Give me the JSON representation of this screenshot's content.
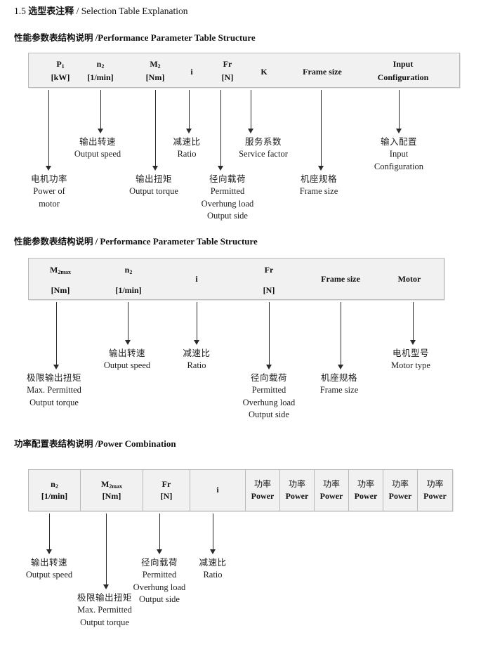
{
  "page": {
    "section_number": "1.5",
    "section_title_cn": "选型表注释",
    "section_separator": "/",
    "section_title_en": "Selection Table Explanation"
  },
  "sections": [
    {
      "id": "performance-parameter-1",
      "heading_cn": "性能参数表结构说明",
      "heading_sep": "/",
      "heading_en": "Performance Parameter Table Structure",
      "table": {
        "columns": [
          {
            "symbol": "P",
            "sub": "1",
            "unit": "[kW]"
          },
          {
            "symbol": "n",
            "sub": "2",
            "unit": "[1/min]"
          },
          {
            "symbol": "M",
            "sub": "2",
            "unit": "[Nm]"
          },
          {
            "symbol": "i",
            "sub": "",
            "unit": ""
          },
          {
            "symbol": "Fr",
            "sub": "",
            "unit": "[N]"
          },
          {
            "symbol": "K",
            "sub": "",
            "unit": ""
          },
          {
            "symbol": "Frame size",
            "sub": "",
            "unit": ""
          },
          {
            "symbol": "Input",
            "sub": "",
            "unit": "Configuration"
          }
        ]
      },
      "annotations": [
        {
          "cn": "电机功率",
          "en": [
            "Power of",
            "motor"
          ]
        },
        {
          "cn": "输出转速",
          "en": [
            "Output speed"
          ]
        },
        {
          "cn": "输出扭矩",
          "en": [
            "Output torque"
          ]
        },
        {
          "cn": "减速比",
          "en": [
            "Ratio"
          ]
        },
        {
          "cn": "径向载荷",
          "en": [
            "Permitted",
            "Overhung load",
            "Output side"
          ]
        },
        {
          "cn": "服务系数",
          "en": [
            "Service factor"
          ]
        },
        {
          "cn": "机座规格",
          "en": [
            "Frame size"
          ]
        },
        {
          "cn": "输入配置",
          "en": [
            "Input",
            "Configuration"
          ]
        }
      ]
    },
    {
      "id": "performance-parameter-2",
      "heading_cn": "性能参数表结构说明",
      "heading_sep": "/",
      "heading_en": "Performance Parameter Table Structure",
      "table": {
        "columns": [
          {
            "symbol": "M",
            "sub": "2max",
            "unit": "[Nm]"
          },
          {
            "symbol": "n",
            "sub": "2",
            "unit": "[1/min]"
          },
          {
            "symbol": "i",
            "sub": "",
            "unit": ""
          },
          {
            "symbol": "Fr",
            "sub": "",
            "unit": "[N]"
          },
          {
            "symbol": "Frame size",
            "sub": "",
            "unit": ""
          },
          {
            "symbol": "Motor",
            "sub": "",
            "unit": ""
          }
        ]
      },
      "annotations": [
        {
          "cn": "极限输出扭矩",
          "en": [
            "Max. Permitted",
            "Output  torque"
          ]
        },
        {
          "cn": "输出转速",
          "en": [
            "Output speed"
          ]
        },
        {
          "cn": "减速比",
          "en": [
            "Ratio"
          ]
        },
        {
          "cn": "径向载荷",
          "en": [
            "Permitted",
            "Overhung load",
            "Output side"
          ]
        },
        {
          "cn": "机座规格",
          "en": [
            "Frame size"
          ]
        },
        {
          "cn": "电机型号",
          "en": [
            "Motor type"
          ]
        }
      ]
    },
    {
      "id": "power-combination",
      "heading_cn": "功率配置表结构说明",
      "heading_sep": "/",
      "heading_en": "Power Combination",
      "table": {
        "columns": [
          {
            "symbol": "n",
            "sub": "2",
            "unit": "[1/min]"
          },
          {
            "symbol": "M",
            "sub": "2max",
            "unit": "[Nm]"
          },
          {
            "symbol": "Fr",
            "sub": "",
            "unit": "[N]"
          },
          {
            "symbol": "i",
            "sub": "",
            "unit": ""
          },
          {
            "symbol": "功率",
            "sub": "",
            "unit": "Power"
          },
          {
            "symbol": "功率",
            "sub": "",
            "unit": "Power"
          },
          {
            "symbol": "功率",
            "sub": "",
            "unit": "Power"
          },
          {
            "symbol": "功率",
            "sub": "",
            "unit": "Power"
          },
          {
            "symbol": "功率",
            "sub": "",
            "unit": "Power"
          },
          {
            "symbol": "功率",
            "sub": "",
            "unit": "Power"
          }
        ]
      },
      "annotations": [
        {
          "cn": "输出转速",
          "en": [
            "Output speed"
          ]
        },
        {
          "cn": "极限输出扭矩",
          "en": [
            "Max. Permitted",
            "Output  torque"
          ]
        },
        {
          "cn": "径向载荷",
          "en": [
            "Permitted",
            "Overhung load",
            "Output side"
          ]
        },
        {
          "cn": "减速比",
          "en": [
            "Ratio"
          ]
        }
      ]
    }
  ]
}
